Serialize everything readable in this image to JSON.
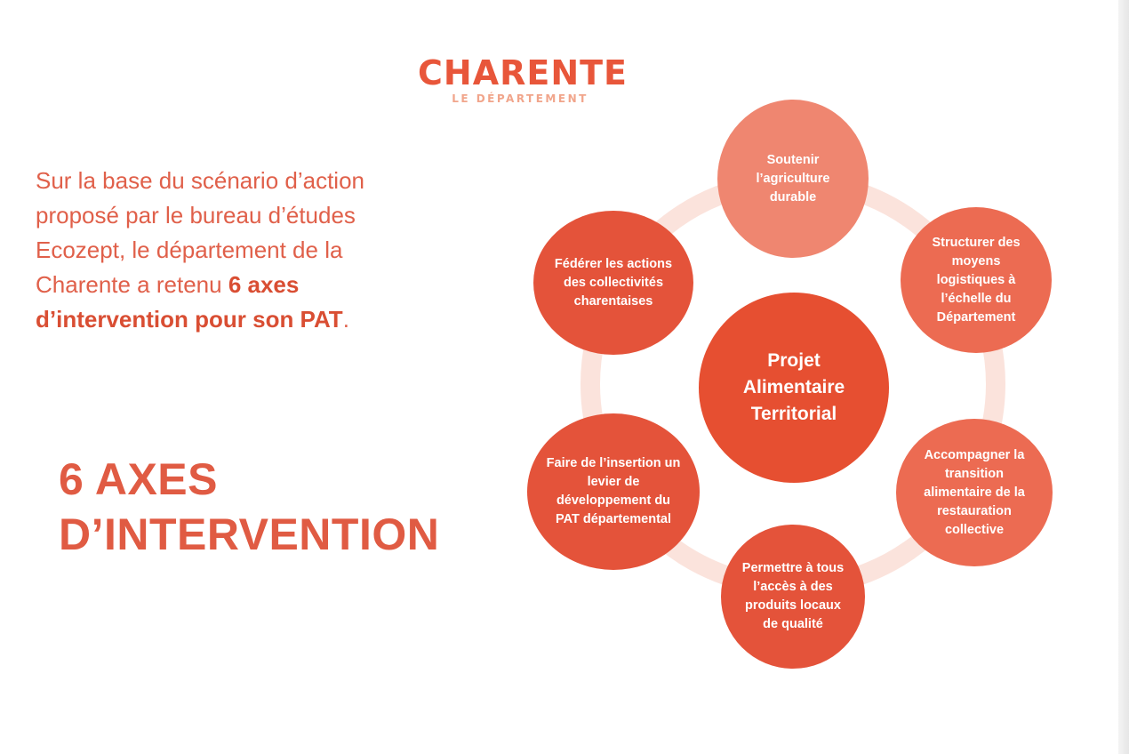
{
  "logo": {
    "title": "CHARENTE",
    "subtitle": "LE DÉPARTEMENT"
  },
  "intro": {
    "text_plain": "Sur la base du scénario d’action proposé par le bureau d’études Ecozept, le département de la Charente a retenu ",
    "text_bold": "6 axes d’intervention pour son PAT",
    "text_end": "."
  },
  "headline": {
    "line1": "6 AXES",
    "line2": "D’INTERVENTION"
  },
  "diagram": {
    "center": "Projet Alimentaire Territorial",
    "axes": [
      "Soutenir l’agriculture durable",
      "Structurer des moyens logistiques à l’échelle du Département",
      "Accompagner la transition alimentaire de la restauration collective",
      "Permettre à tous l’accès à des produits locaux de qualité",
      "Faire de l’insertion un levier de développement du PAT départemental",
      "Fédérer les actions des collectivités charentaises"
    ]
  },
  "colors": {
    "accent": "#e8563a",
    "center_fill": "#e64f31",
    "node_dark": "#e4533a",
    "node_mid": "#ec6b52",
    "node_light": "#ef8670",
    "ring": "#fbe3dc",
    "text": "#e0604a"
  }
}
